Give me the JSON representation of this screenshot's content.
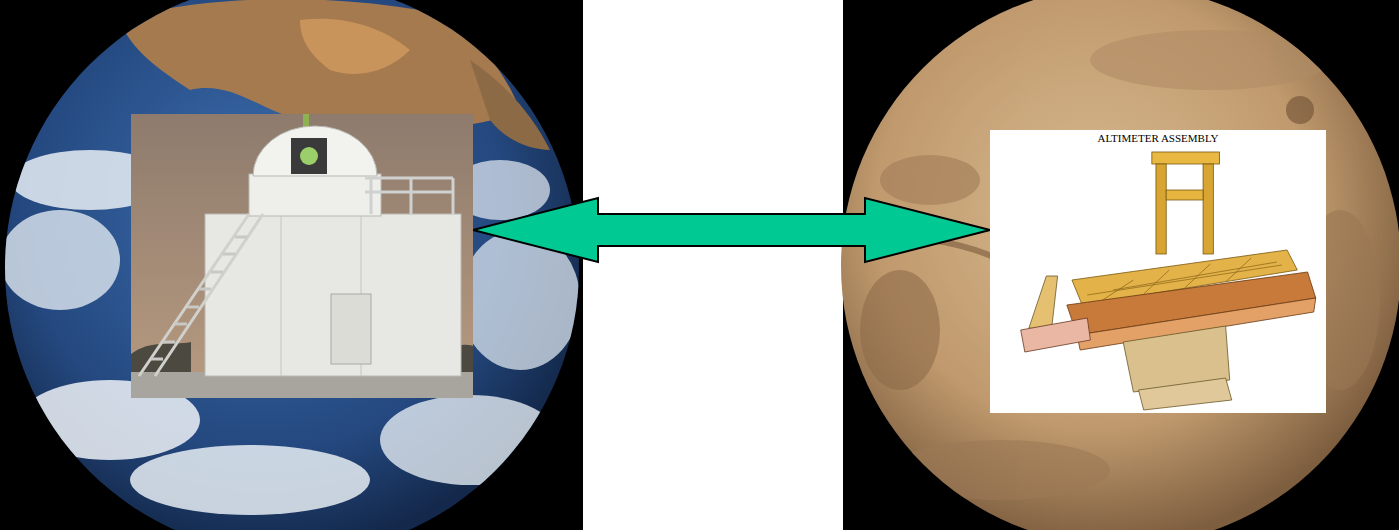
{
  "diagram": {
    "nodes": [
      {
        "text": []
      },
      {
        "text": [
          "ALTIMETER ASSEMBLY"
        ]
      }
    ],
    "edges": [
      {
        "from": 0,
        "to": 1,
        "arrow": "both"
      }
    ]
  }
}
